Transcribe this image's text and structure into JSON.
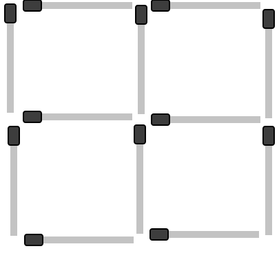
{
  "puzzle": {
    "grid": {
      "rows": 2,
      "cols": 2
    },
    "stick_count": 12,
    "colors": {
      "stick_body": "#c3c3c3",
      "stick_head": "#3d3d3d",
      "stick_head_outline": "#000000",
      "background": "#ffffff"
    }
  }
}
